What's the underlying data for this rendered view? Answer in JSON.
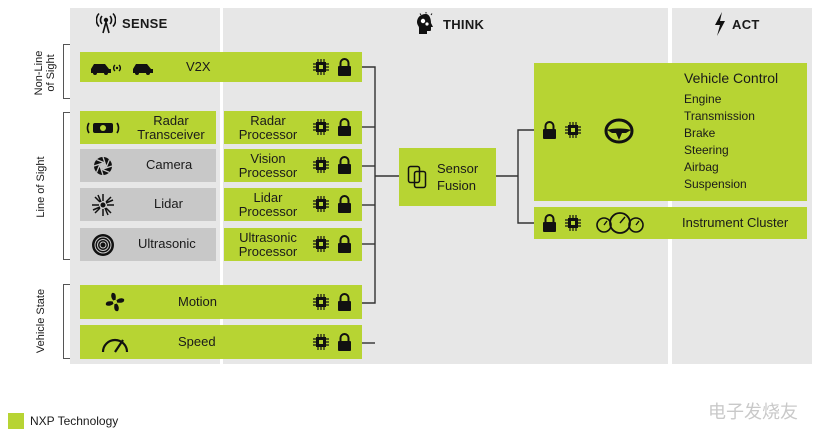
{
  "columns": {
    "sense": "SENSE",
    "think": "THINK",
    "act": "ACT"
  },
  "groups": {
    "non_line_of_sight": [
      "Non-Line",
      "of Sight"
    ],
    "line_of_sight": "Line of Sight",
    "vehicle_state": "Vehicle State"
  },
  "sense": {
    "v2x": "V2X",
    "radar": [
      "Radar",
      "Transceiver"
    ],
    "camera": "Camera",
    "lidar": "Lidar",
    "ultrasonic": "Ultrasonic",
    "motion": "Motion",
    "speed": "Speed"
  },
  "processors": {
    "radar": [
      "Radar",
      "Processor"
    ],
    "vision": [
      "Vision",
      "Processor"
    ],
    "lidar": [
      "Lidar",
      "Processor"
    ],
    "ultrasonic": [
      "Ultrasonic",
      "Processor"
    ]
  },
  "think": {
    "sensor_fusion": [
      "Sensor",
      "Fusion"
    ]
  },
  "act": {
    "vehicle_control": {
      "title": "Vehicle Control",
      "items": [
        "Engine",
        "Transmission",
        "Brake",
        "Steering",
        "Airbag",
        "Suspension"
      ]
    },
    "instrument_cluster": "Instrument Cluster"
  },
  "legend": {
    "label": "NXP Technology"
  },
  "watermark": "电子发烧友",
  "colors": {
    "nxp_green": "#b7d433",
    "column_bg": "#e7e7e7",
    "sensor_gray": "#c8c8c8",
    "line": "#333333"
  }
}
